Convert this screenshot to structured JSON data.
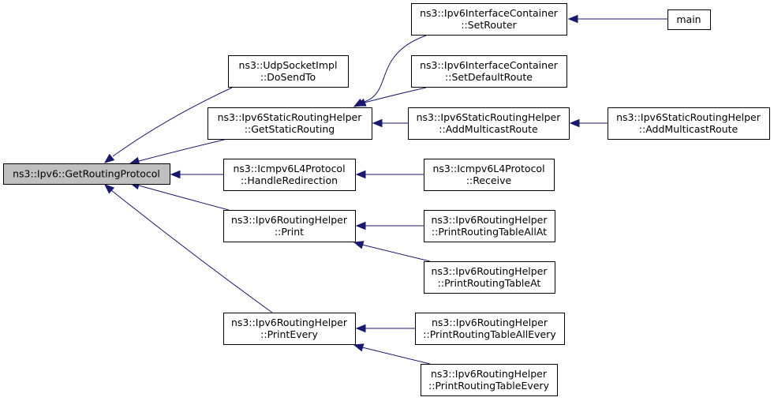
{
  "nodes": [
    {
      "id": "root",
      "lines": [
        "ns3::Ipv6::GetRoutingProtocol"
      ]
    },
    {
      "id": "udp_dosendto",
      "lines": [
        "ns3::UdpSocketImpl",
        "::DoSendTo"
      ]
    },
    {
      "id": "getstaticrouting",
      "lines": [
        "ns3::Ipv6StaticRoutingHelper",
        "::GetStaticRouting"
      ]
    },
    {
      "id": "handleredirection",
      "lines": [
        "ns3::Icmpv6L4Protocol",
        "::HandleRedirection"
      ]
    },
    {
      "id": "print",
      "lines": [
        "ns3::Ipv6RoutingHelper",
        "::Print"
      ]
    },
    {
      "id": "printevery",
      "lines": [
        "ns3::Ipv6RoutingHelper",
        "::PrintEvery"
      ]
    },
    {
      "id": "setrouter",
      "lines": [
        "ns3::Ipv6InterfaceContainer",
        "::SetRouter"
      ]
    },
    {
      "id": "setdefaultroute",
      "lines": [
        "ns3::Ipv6InterfaceContainer",
        "::SetDefaultRoute"
      ]
    },
    {
      "id": "addmulticast1",
      "lines": [
        "ns3::Ipv6StaticRoutingHelper",
        "::AddMulticastRoute"
      ]
    },
    {
      "id": "receive",
      "lines": [
        "ns3::Icmpv6L4Protocol",
        "::Receive"
      ]
    },
    {
      "id": "printallat",
      "lines": [
        "ns3::Ipv6RoutingHelper",
        "::PrintRoutingTableAllAt"
      ]
    },
    {
      "id": "printat",
      "lines": [
        "ns3::Ipv6RoutingHelper",
        "::PrintRoutingTableAt"
      ]
    },
    {
      "id": "printallevery",
      "lines": [
        "ns3::Ipv6RoutingHelper",
        "::PrintRoutingTableAllEvery"
      ]
    },
    {
      "id": "printtableevery",
      "lines": [
        "ns3::Ipv6RoutingHelper",
        "::PrintRoutingTableEvery"
      ]
    },
    {
      "id": "main",
      "lines": [
        "main"
      ]
    },
    {
      "id": "addmulticast2",
      "lines": [
        "ns3::Ipv6StaticRoutingHelper",
        "::AddMulticastRoute"
      ]
    }
  ],
  "edges": [
    {
      "from": "udp_dosendto",
      "to": "root"
    },
    {
      "from": "getstaticrouting",
      "to": "root"
    },
    {
      "from": "handleredirection",
      "to": "root"
    },
    {
      "from": "print",
      "to": "root"
    },
    {
      "from": "printevery",
      "to": "root"
    },
    {
      "from": "setrouter",
      "to": "getstaticrouting"
    },
    {
      "from": "setdefaultroute",
      "to": "getstaticrouting"
    },
    {
      "from": "addmulticast1",
      "to": "getstaticrouting"
    },
    {
      "from": "receive",
      "to": "handleredirection"
    },
    {
      "from": "printallat",
      "to": "print"
    },
    {
      "from": "printat",
      "to": "print"
    },
    {
      "from": "printallevery",
      "to": "printevery"
    },
    {
      "from": "printtableevery",
      "to": "printevery"
    },
    {
      "from": "main",
      "to": "setrouter"
    },
    {
      "from": "addmulticast2",
      "to": "addmulticast1"
    }
  ],
  "colors": {
    "edge": "#191970",
    "root_fill": "#bfbfbf",
    "node_fill": "#ffffff",
    "border": "#000000"
  }
}
